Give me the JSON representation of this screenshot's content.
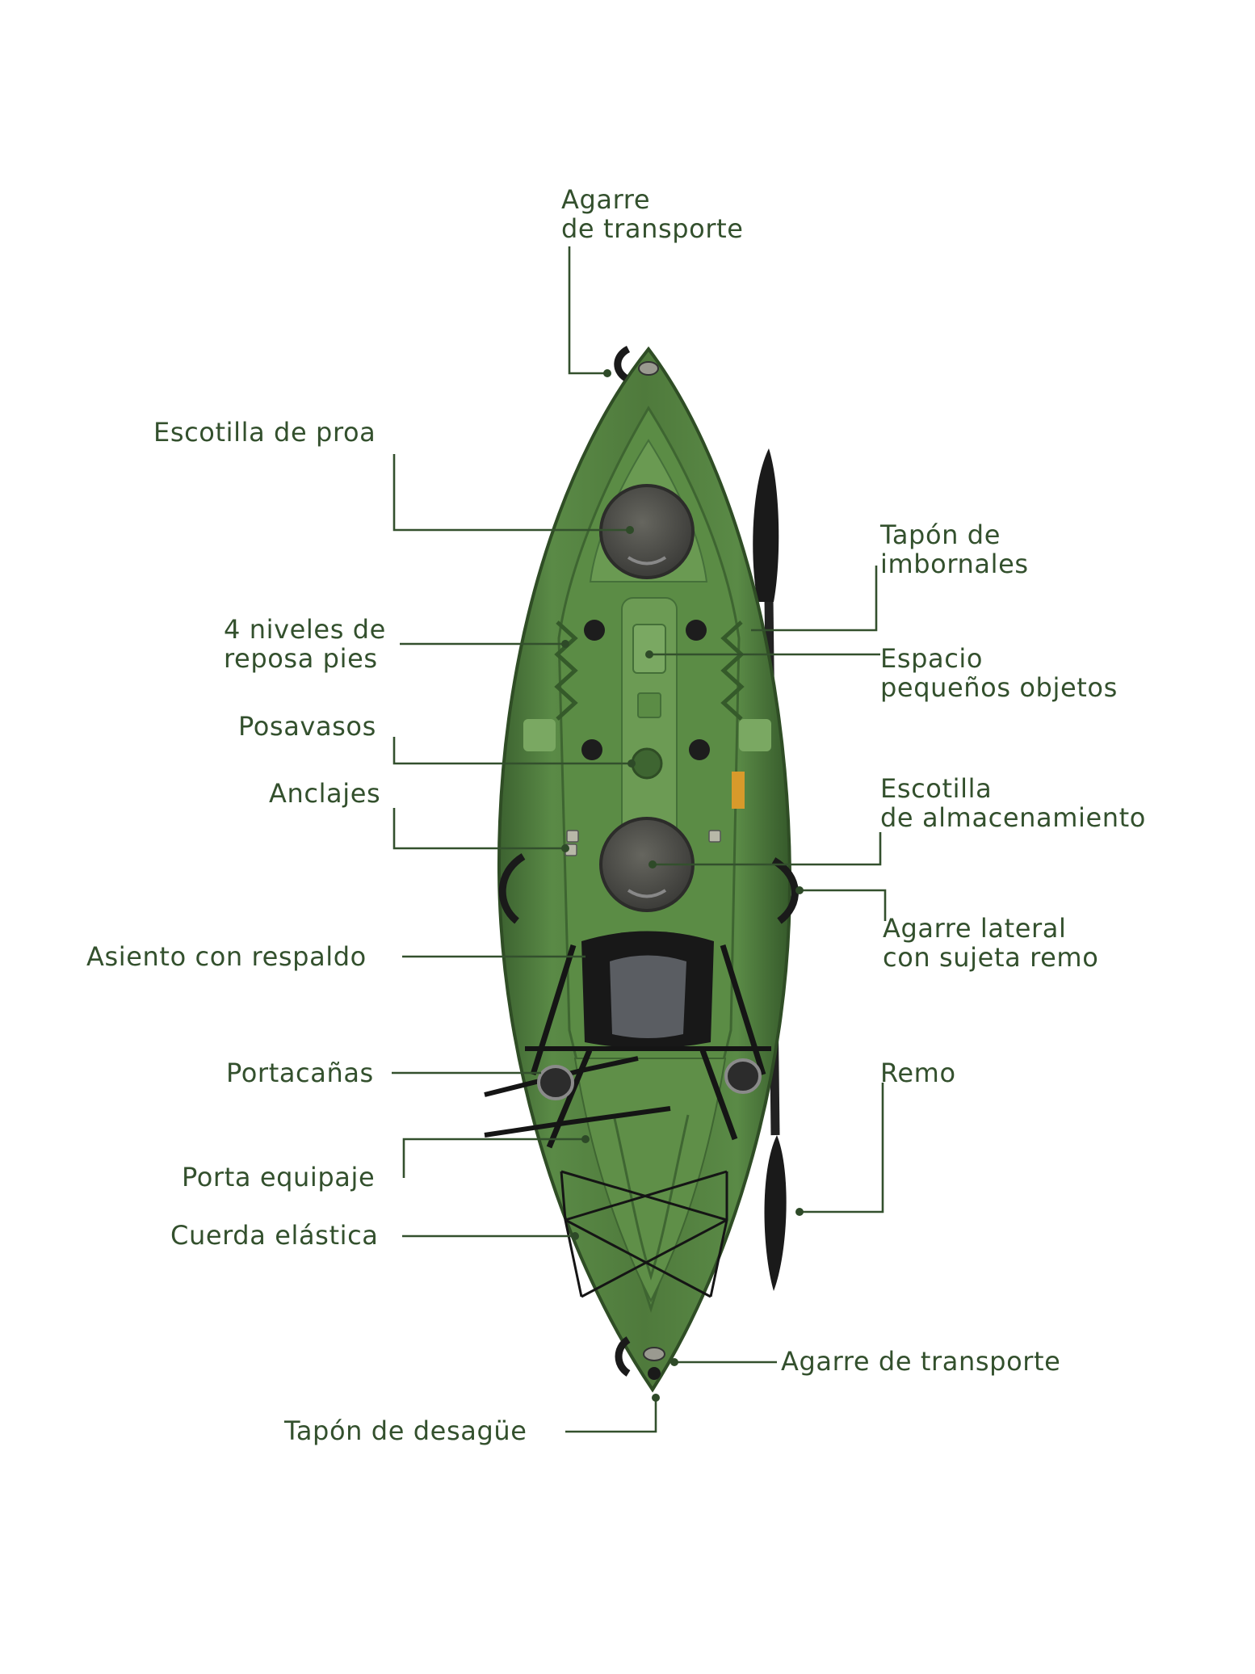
{
  "colors": {
    "label": "#33502d",
    "hull": "#4f7a3c",
    "hull_dark": "#2f4d25",
    "hull_light": "#6f9a56",
    "hatch": "#4a4a48",
    "seat": "#1c1c1c",
    "paddle": "#1a1a1a"
  },
  "labels": {
    "bow_handle": [
      "Agarre",
      "de transporte"
    ],
    "bow_hatch": [
      "Escotilla de proa"
    ],
    "scupper_plug": [
      "Tapón de",
      "imbornales"
    ],
    "footrest": [
      "4 niveles de",
      "reposa pies"
    ],
    "small_storage": [
      "Espacio",
      "pequeños objetos"
    ],
    "cup_holder": [
      "Posavasos"
    ],
    "anchors": [
      "Anclajes"
    ],
    "storage_hatch": [
      "Escotilla",
      "de almacenamiento"
    ],
    "side_handle": [
      "Agarre lateral",
      "con sujeta remo"
    ],
    "seat": [
      "Asiento con respaldo"
    ],
    "rod_holder": [
      "Portacañas"
    ],
    "paddle": [
      "Remo"
    ],
    "luggage_holder": [
      "Porta equipaje"
    ],
    "bungee": [
      "Cuerda elástica"
    ],
    "stern_handle": [
      "Agarre de transporte"
    ],
    "drain_plug": [
      "Tapón de desagüe"
    ]
  }
}
